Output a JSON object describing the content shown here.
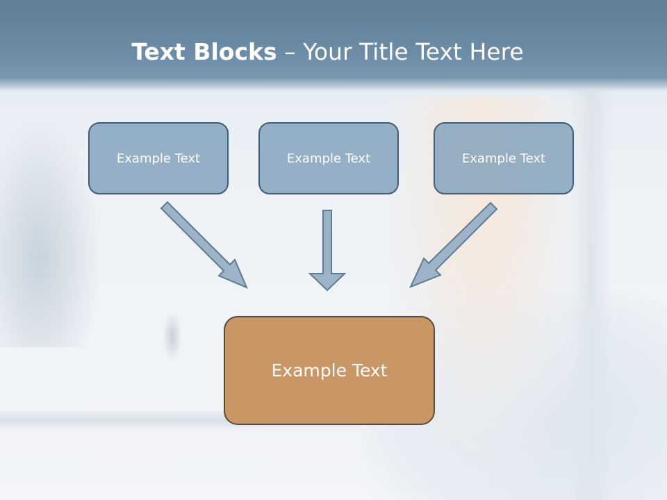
{
  "title": {
    "bold": "Text Blocks",
    "separator": " – ",
    "rest": "Your Title Text Here"
  },
  "boxes": [
    {
      "label": "Example Text"
    },
    {
      "label": "Example Text"
    },
    {
      "label": "Example Text"
    }
  ],
  "target": {
    "label": "Example Text"
  },
  "colors": {
    "title_band": "#6d8ca6",
    "box_fill": "#7c9db8",
    "box_border": "#3f5c76",
    "target_fill": "#c99766",
    "arrow_fill": "#9db4c8"
  }
}
